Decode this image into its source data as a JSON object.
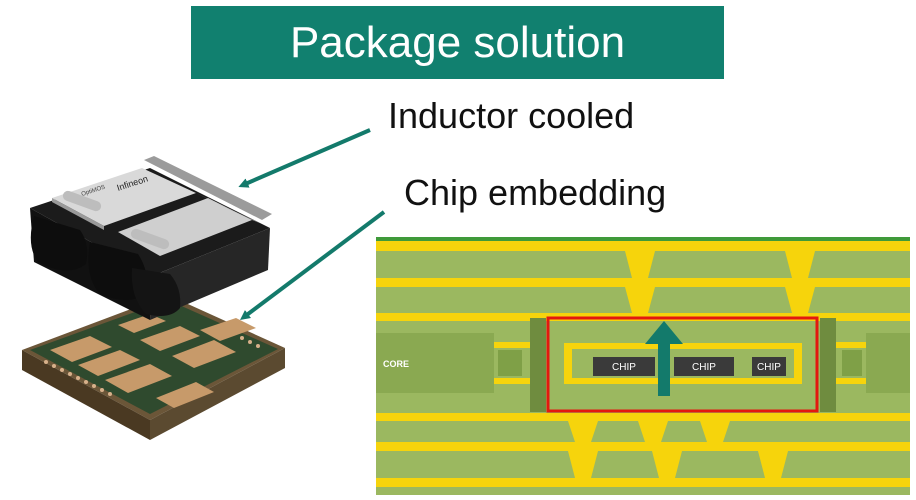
{
  "title": "Package solution",
  "labels": {
    "inductor": "Inductor cooled",
    "chip": "Chip embedding"
  },
  "module": {
    "brand": "Infineon",
    "product": "OptiMOS"
  },
  "cross_section": {
    "core_label": "CORE",
    "chips": [
      "CHIP",
      "CHIP",
      "CHIP"
    ]
  },
  "colors": {
    "banner": "#11806f",
    "arrow": "#137a6b",
    "highlight": "#e3180f",
    "copper": "#f6d40c",
    "laminate": "#9bb860"
  }
}
